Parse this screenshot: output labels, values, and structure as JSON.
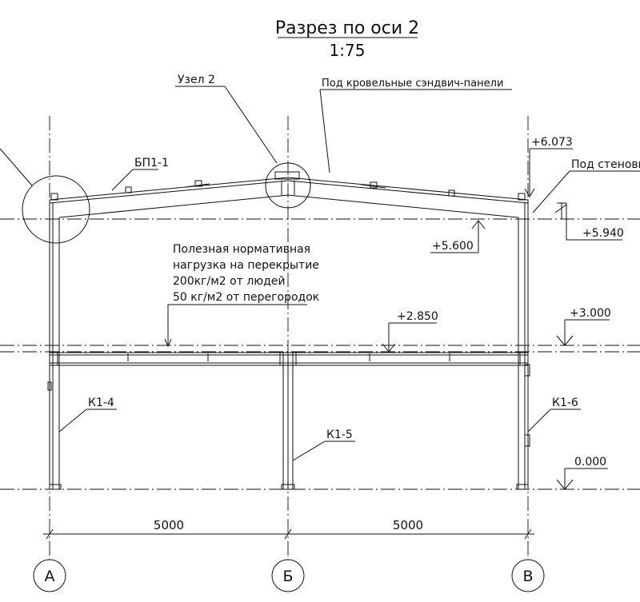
{
  "title": "Разрез по оси 2",
  "scale": "1:75",
  "notes": {
    "node": "Узел 2",
    "roof_panels": "Под кровельные сэндвич-панели",
    "wall_panels": "Под стеновы",
    "beam": "БП1-1",
    "load_line1": "Полезная нормативная",
    "load_line2": "нагрузка на перекрытие",
    "load_line3": "200кг/м2 от людей",
    "load_line4": "50 кг/м2 от перегородок"
  },
  "levels": {
    "ridge": "+6.073",
    "eave_right": "+5.940",
    "eave_inner": "+5.600",
    "floor_beam": "+2.850",
    "floor": "+3.000",
    "ground": "0.000"
  },
  "columns": {
    "left": "К1-4",
    "middle": "К1-5",
    "right": "К1-6"
  },
  "dimensions": {
    "span1": "5000",
    "span2": "5000"
  },
  "axes": {
    "a": "А",
    "b": "Б",
    "v": "В"
  }
}
